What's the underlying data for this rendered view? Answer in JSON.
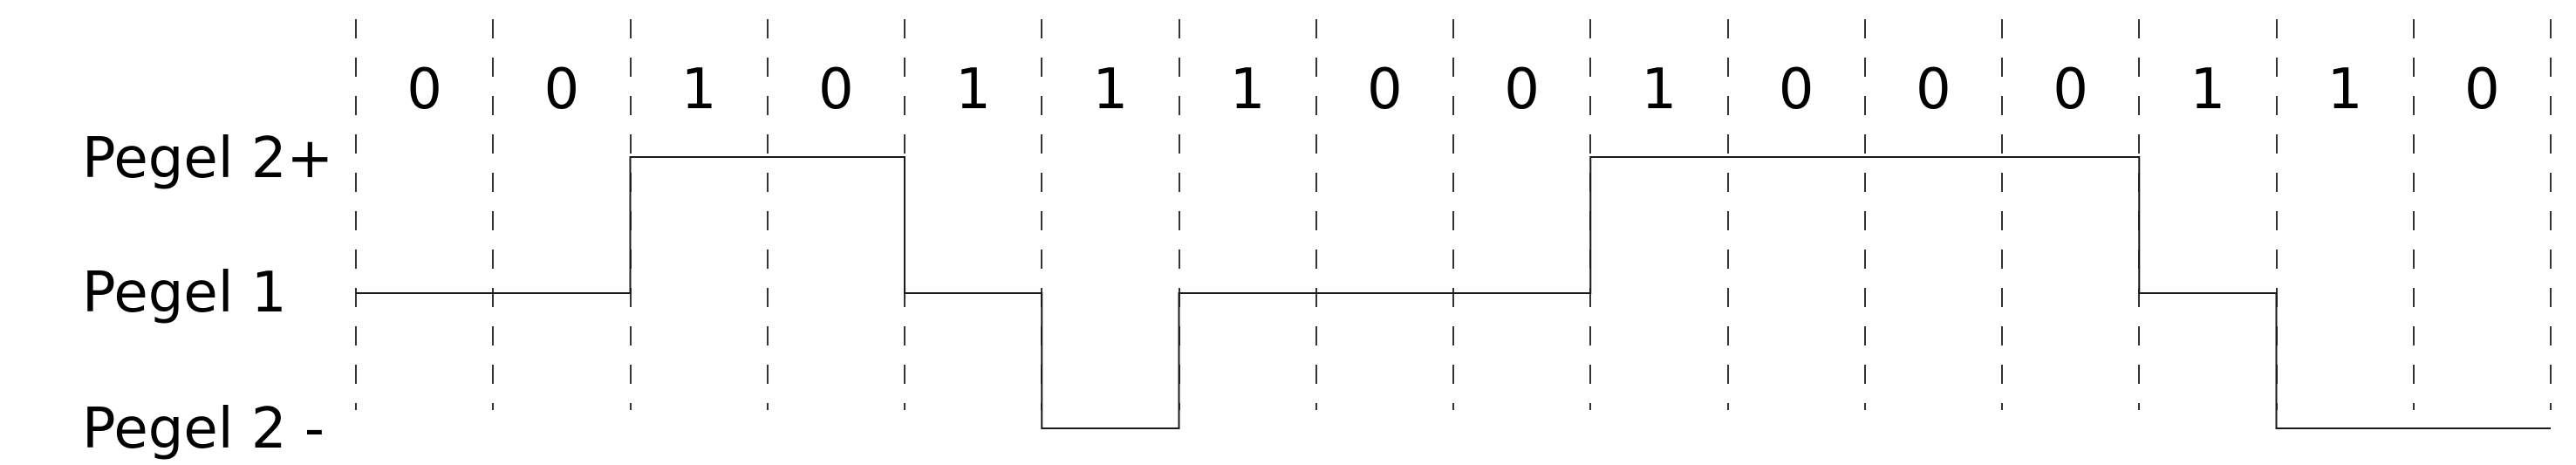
{
  "level_labels": {
    "plus": "Pegel 2+",
    "zero": "Pegel 1",
    "minus": "Pegel 2 -"
  },
  "bits": [
    {
      "bit": "0",
      "level": 0
    },
    {
      "bit": "0",
      "level": 0
    },
    {
      "bit": "1",
      "level": 1
    },
    {
      "bit": "0",
      "level": 1
    },
    {
      "bit": "1",
      "level": 0
    },
    {
      "bit": "1",
      "level": -1
    },
    {
      "bit": "1",
      "level": 0
    },
    {
      "bit": "0",
      "level": 0
    },
    {
      "bit": "0",
      "level": 0
    },
    {
      "bit": "1",
      "level": 1
    },
    {
      "bit": "0",
      "level": 1
    },
    {
      "bit": "0",
      "level": 1
    },
    {
      "bit": "0",
      "level": 1
    },
    {
      "bit": "1",
      "level": 0
    },
    {
      "bit": "1",
      "level": -1
    },
    {
      "bit": "0",
      "level": -1
    }
  ],
  "colors": {
    "signal": "#1a1a1a",
    "grid": "#333333",
    "text": "#000000"
  }
}
